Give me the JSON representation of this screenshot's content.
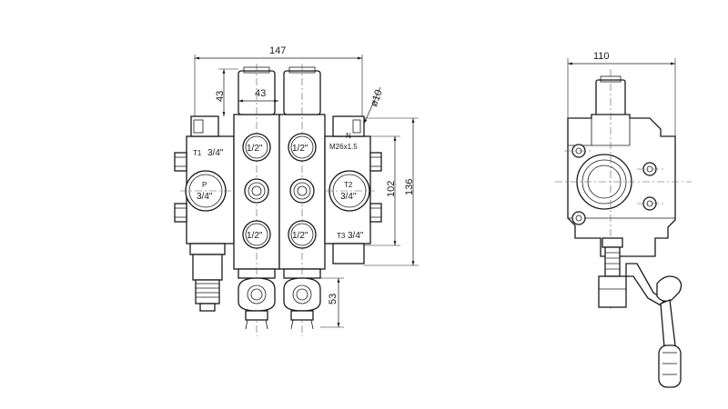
{
  "front_view": {
    "dim_overall_width": "147",
    "dim_overall_height": "136",
    "dim_mount_height": "102",
    "dim_top_43_vertical": "43",
    "dim_top_43_horizontal": "43",
    "dim_hole": "ø10",
    "dim_lever": "53",
    "port_t1_name": "T1",
    "port_t1_size": "3/4\"",
    "port_p_name": "P",
    "port_p_size": "3/4\"",
    "port_t2_name": "T2",
    "port_t2_size": "3/4\"",
    "port_t3_name": "T3",
    "port_t3_size": "3/4\"",
    "port_n_name": "N",
    "port_n_thread": "M26x1.5",
    "work_port_size": "1/2\""
  },
  "side_view": {
    "dim_width": "110"
  },
  "line_color": "#1a1a1a"
}
